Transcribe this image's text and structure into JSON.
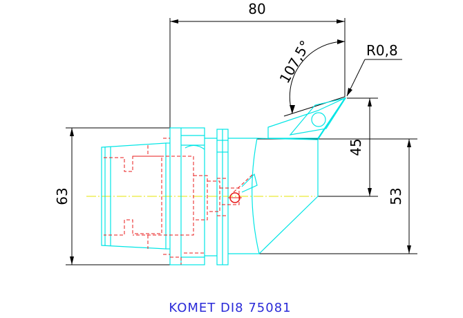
{
  "dimensions": {
    "width_top": "80",
    "angle": "107,5°",
    "radius": "R0,8",
    "height_left": "63",
    "height_right_inner": "45",
    "height_right_outer": "53"
  },
  "caption": "KOMET DI8 75081",
  "colors": {
    "outline": "#00e5e5",
    "hidden_lines": "#e81818",
    "centerline": "#e6e600",
    "dimensions": "#000000",
    "caption": "#2a2ad8"
  }
}
